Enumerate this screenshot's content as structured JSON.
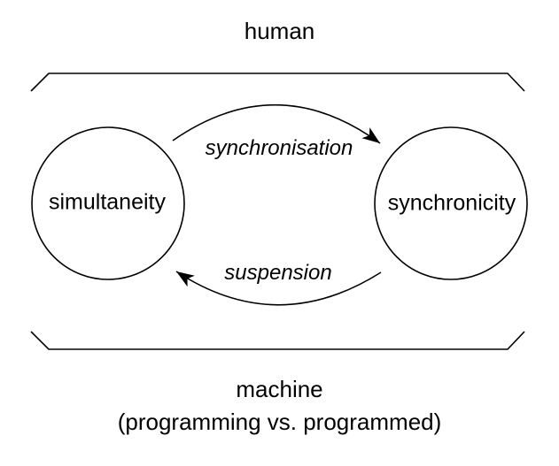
{
  "diagram": {
    "top_label": "human",
    "bottom_label": "machine",
    "bottom_sublabel": "(programming vs. programmed)",
    "nodes": {
      "left": "simultaneity",
      "right": "synchronicity"
    },
    "arrows": {
      "forward": "synchronisation",
      "backward": "suspension"
    },
    "colors": {
      "ink": "#000000",
      "background": "#ffffff"
    }
  }
}
